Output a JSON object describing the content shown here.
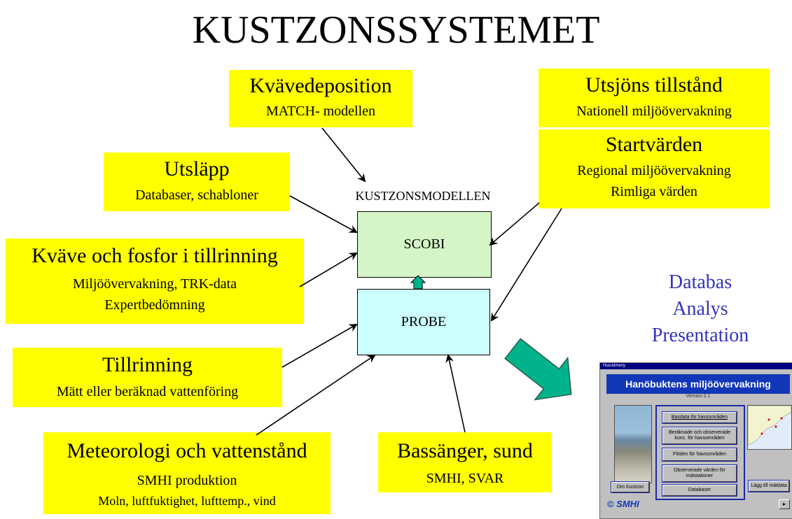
{
  "title": "KUSTZONSSYSTEMET",
  "boxes": {
    "kvavedeposition": {
      "heading": "Kvävedeposition",
      "line1": "MATCH- modellen"
    },
    "utsjons": {
      "heading": "Utsjöns tillstånd",
      "line1": "Nationell miljöövervakning"
    },
    "startvarden": {
      "heading": "Startvärden",
      "line1": "Regional miljöövervakning",
      "line2": "Rimliga värden"
    },
    "utslapp": {
      "heading": "Utsläpp",
      "line1": "Databaser, schabloner"
    },
    "kvave_fosfor": {
      "heading": "Kväve och fosfor i tillrinning",
      "line1": "Miljöövervakning, TRK-data",
      "line2": "Expertbedömning"
    },
    "tillrinning": {
      "heading": "Tillrinning",
      "line1": "Mätt eller beräknad vattenföring"
    },
    "meteorologi": {
      "heading": "Meteorologi och vattenstånd",
      "line1": "SMHI produktion",
      "line2": "Moln, luftfuktighet, lufttemp., vind"
    },
    "bassanger": {
      "heading": "Bassänger, sund",
      "line1": "SMHI, SVAR"
    }
  },
  "model": {
    "label": "KUSTZONSMODELLEN",
    "scobi": "SCOBI",
    "probe": "PROBE"
  },
  "database_text": {
    "line1": "Databas",
    "line2": "Analys",
    "line3": "Presentation"
  },
  "colors": {
    "highlight": "#ffff00",
    "scobi_fill": "#d5f5c7",
    "probe_fill": "#ccffff",
    "arrow_teal": "#00b38a",
    "db_text": "#3333bb"
  },
  "app": {
    "window_title": "Huvudmeny",
    "banner": "Hanöbuktens miljöövervakning",
    "version": "Version 2.1",
    "buttons": [
      "Basdata för havsområden",
      "Beräknade och observerade konc. för havsområden",
      "Flöden för havsområden",
      "Observerade värden för mätstationer",
      "Databaser"
    ],
    "om_button": "Om Kustzon",
    "add_button": "Lägg till mätdata",
    "logo": "© SMHI",
    "exit_icon": "exit-icon"
  }
}
